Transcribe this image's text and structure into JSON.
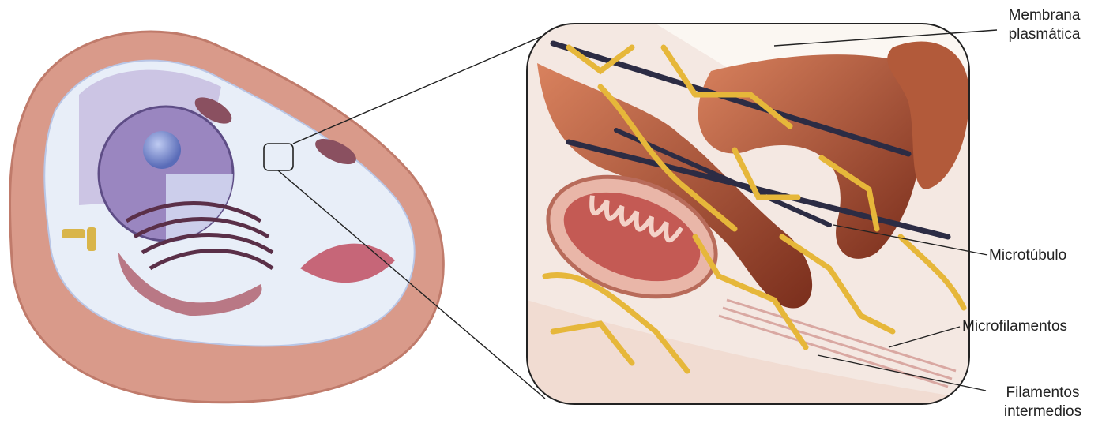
{
  "labels": {
    "membrana": [
      "Membrana",
      "plasmática"
    ],
    "microtubulo": "Microtúbulo",
    "microfilamentos": "Microfilamentos",
    "filamentos": [
      "Filamentos",
      "intermedios"
    ]
  },
  "colors": {
    "cell_outer": "#d99a8a",
    "cytoplasm": "#e8eef8",
    "nucleus": "#9a86c0",
    "er": "#b46a78",
    "fiber_yellow": "#e6b73a",
    "tube_red": "#a2452a",
    "microtubule": "#2c2c44",
    "panel_bg": "#f4e8e2"
  }
}
